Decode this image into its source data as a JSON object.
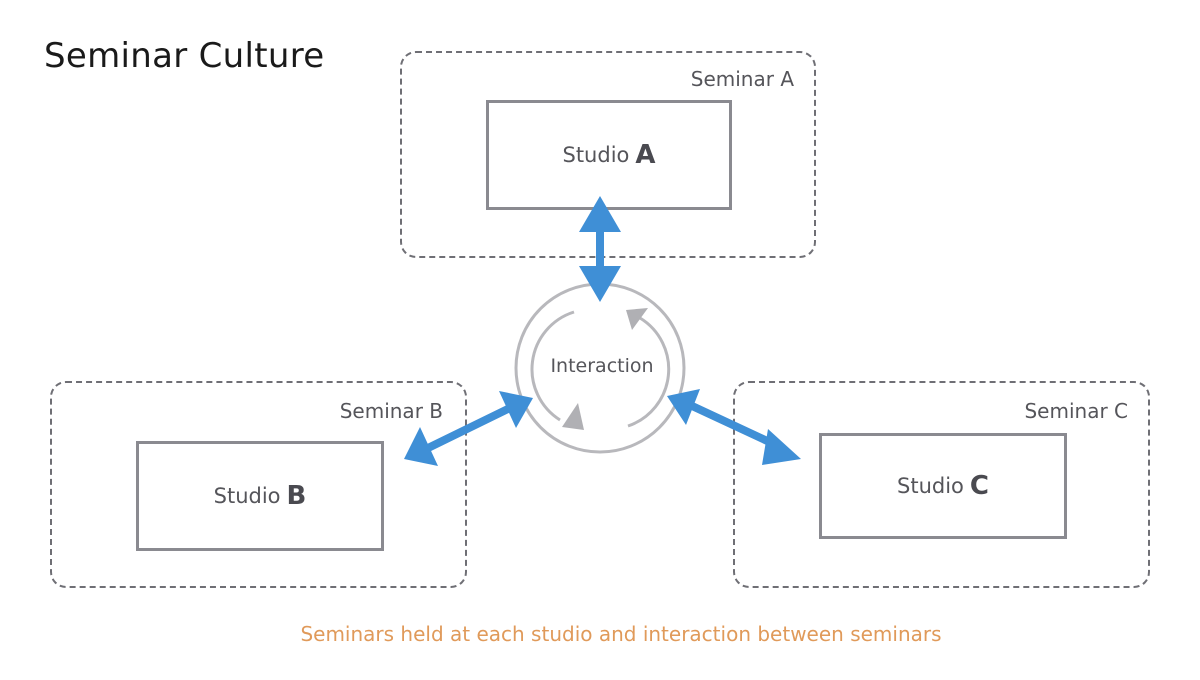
{
  "title": "Seminar Culture",
  "seminars": [
    {
      "label": "Seminar A",
      "studio_text": "Studio",
      "studio_letter": "A"
    },
    {
      "label": "Seminar B",
      "studio_text": "Studio",
      "studio_letter": "B"
    },
    {
      "label": "Seminar C",
      "studio_text": "Studio",
      "studio_letter": "C"
    }
  ],
  "hub": {
    "label": "Interaction"
  },
  "caption": "Seminars held at each studio and interaction between seminars",
  "colors": {
    "arrow": "#3f8fd6",
    "hub": "#b8b8bc",
    "caption": "#e09a5a",
    "dashed_border": "#6f6f75",
    "studio_border": "#8a8a90"
  }
}
